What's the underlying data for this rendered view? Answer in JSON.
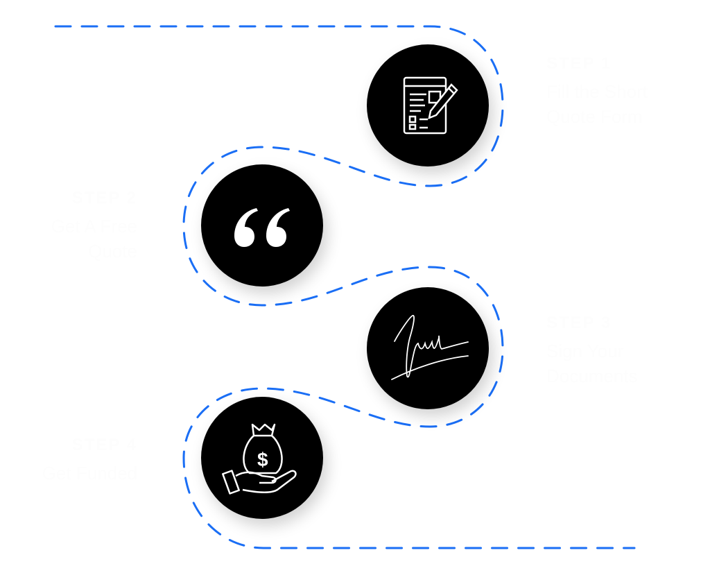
{
  "colors": {
    "path": "#1a6ef5",
    "circle": "#000000",
    "icon": "#ffffff"
  },
  "steps": [
    {
      "label": "STEP 1",
      "title": "Fill the Short Quote Form",
      "icon": "form-pencil-icon"
    },
    {
      "label": "STEP 2",
      "title": "Get A Free Quote",
      "icon": "quote-icon"
    },
    {
      "label": "STEP 3",
      "title": "Sign Your Documents",
      "icon": "signature-icon"
    },
    {
      "label": "STEP 4",
      "title": "Get Funded",
      "icon": "money-bag-hand-icon"
    }
  ]
}
